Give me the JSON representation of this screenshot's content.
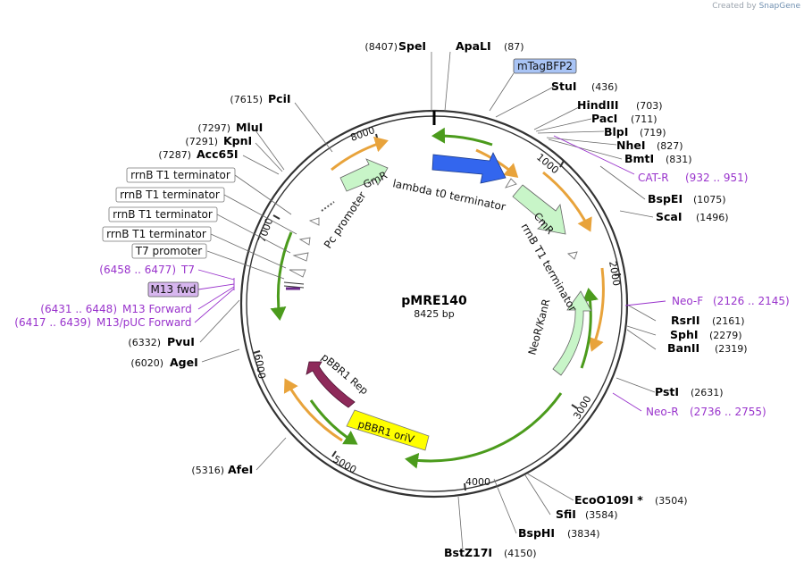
{
  "credit": {
    "prefix": "Created by",
    "brand": "SnapGene"
  },
  "plasmid": {
    "name": "pMRE140",
    "size_label": "8425 bp"
  },
  "ticks": [
    "1000",
    "2000",
    "3000",
    "4000",
    "5000",
    "6000",
    "7000",
    "8000"
  ],
  "sites": [
    {
      "name": "SpeI",
      "pos": "(8407)"
    },
    {
      "name": "ApaLI",
      "pos": "(87)"
    },
    {
      "name": "StuI",
      "pos": "(436)"
    },
    {
      "name": "HindIII",
      "pos": "(703)"
    },
    {
      "name": "PacI",
      "pos": "(711)"
    },
    {
      "name": "BlpI",
      "pos": "(719)"
    },
    {
      "name": "NheI",
      "pos": "(827)"
    },
    {
      "name": "BmtI",
      "pos": "(831)"
    },
    {
      "name": "BspEI",
      "pos": "(1075)"
    },
    {
      "name": "ScaI",
      "pos": "(1496)"
    },
    {
      "name": "RsrII",
      "pos": "(2161)"
    },
    {
      "name": "SphI",
      "pos": "(2279)"
    },
    {
      "name": "BanII",
      "pos": "(2319)"
    },
    {
      "name": "PstI",
      "pos": "(2631)"
    },
    {
      "name": "EcoO109I *",
      "pos": "(3504)"
    },
    {
      "name": "SfiI",
      "pos": "(3584)"
    },
    {
      "name": "BspHI",
      "pos": "(3834)"
    },
    {
      "name": "BstZ17I",
      "pos": "(4150)"
    },
    {
      "name": "AfeI",
      "pos": "(5316)"
    },
    {
      "name": "AgeI",
      "pos": "(6020)"
    },
    {
      "name": "PvuI",
      "pos": "(6332)"
    },
    {
      "name": "PciI",
      "pos": "(7615)"
    },
    {
      "name": "MluI",
      "pos": "(7297)"
    },
    {
      "name": "KpnI",
      "pos": "(7291)"
    },
    {
      "name": "Acc65I",
      "pos": "(7287)"
    }
  ],
  "primers": {
    "cat_r": {
      "name": "CAT-R",
      "range": "(932 .. 951)"
    },
    "neo_f": {
      "name": "Neo-F",
      "range": "(2126 .. 2145)"
    },
    "neo_r": {
      "name": "Neo-R",
      "range": "(2736 .. 2755)"
    },
    "t7": {
      "range": "(6458 .. 6477)",
      "name": "T7"
    },
    "m13f": {
      "range": "(6431 .. 6448)",
      "name": "M13 Forward"
    },
    "m13puc": {
      "range": "(6417 .. 6439)",
      "name": "M13/pUC Forward"
    }
  },
  "boxed": {
    "mtagbfp2": "mTagBFP2",
    "m13fwd": "M13 fwd",
    "rrnb1": "rrnB T1 terminator",
    "rrnb2": "rrnB T1 terminator",
    "rrnb3": "rrnB T1 terminator",
    "rrnb4": "rrnB T1 terminator",
    "t7prom": "T7 promoter"
  },
  "features": {
    "gmr": "GmR",
    "cmr": "CmR",
    "neokan": "NeoR/KanR",
    "pbbr1rep": "pBBR1 Rep",
    "pbbr1ori": "pBBR1 oriV",
    "lambda": "lambda t0 terminator",
    "rrnb_inner": "rrnB T1 terminator",
    "pc": "Pc promoter"
  },
  "colors": {
    "backbone": "#333333",
    "orange": "#e8a33b",
    "green": "#4b9b1c",
    "bfp": "#3366ee",
    "resistance": "#c8f5c8",
    "rep": "#8e2a5a",
    "ori": "#ffff00",
    "primer": "#9933cc",
    "m13box": "#d7b6ef",
    "bfpbox": "#a9c4f5"
  }
}
